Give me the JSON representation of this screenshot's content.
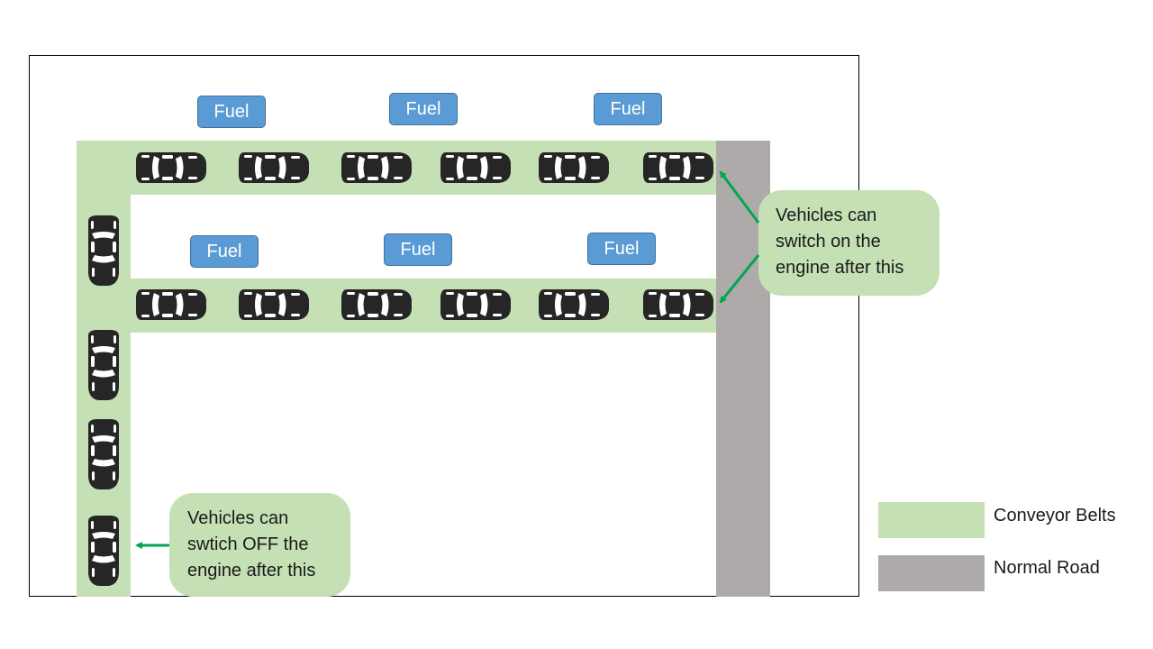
{
  "colors": {
    "belt": "#c5e0b4",
    "road": "#aeaaaa",
    "fuel_box": "#5b9bd5",
    "arrow": "#00a651",
    "car": "#262626"
  },
  "fuel_stations": {
    "top": [
      "Fuel",
      "Fuel",
      "Fuel"
    ],
    "middle": [
      "Fuel",
      "Fuel",
      "Fuel"
    ]
  },
  "callouts": {
    "switch_on": "Vehicles can switch on the engine after this",
    "switch_off": "Vehicles can swtich OFF the engine after this"
  },
  "legend": {
    "conveyor": "Conveyor Belts",
    "road": "Normal Road"
  },
  "cars": {
    "top_row": 6,
    "middle_row": 6,
    "left_column": 4
  }
}
